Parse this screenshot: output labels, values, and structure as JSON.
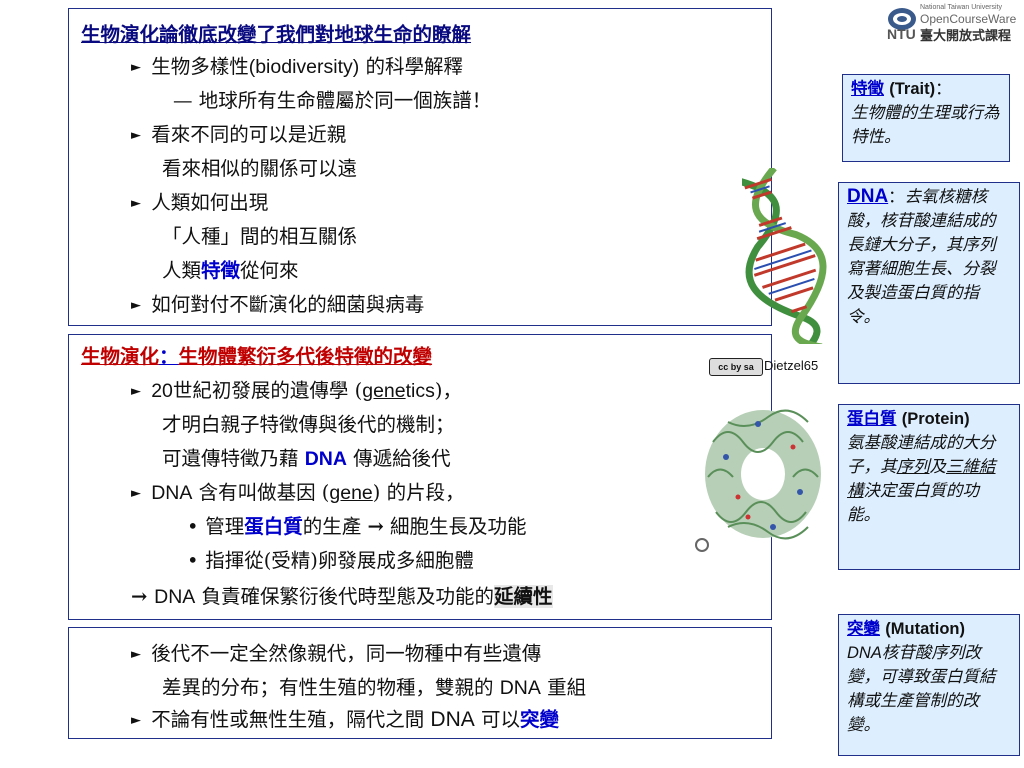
{
  "logo": {
    "top_text": "National Taiwan University",
    "brand": "OpenCourseWare",
    "ntu": "NTU",
    "chinese": "臺大開放式課程"
  },
  "box1": {
    "title": "生物演化論徹底改變了我們對地球生命的瞭解",
    "lines": [
      {
        "a": "生物多樣性",
        "b": "(biodiversity)",
        "c": " 的科學解釋"
      },
      {
        "text": "— 地球所有生命體屬於同一個族譜！"
      },
      {
        "text": "看來不同的可以是近親"
      },
      {
        "text": "看來相似的關係可以遠"
      },
      {
        "text": "人類如何出現"
      },
      {
        "text": "「人種」間的相互關係"
      },
      {
        "a": "人類",
        "b": "特徵",
        "c": "從何來"
      },
      {
        "text": "如何對付不斷演化的細菌與病毒"
      }
    ]
  },
  "box2": {
    "title_a": "生物演化",
    "title_b": "：",
    "title_c": "生物體繁衍多代後特徵的改變",
    "l1_a": "20",
    "l1_b": "世紀初發展的遺傳學 (",
    "l1_c": "gene",
    "l1_d": "tics",
    "l1_e": ")，",
    "l2": "才明白親子特徵傳與後代的機制；",
    "l3_a": "可遺傳特徵乃藉 ",
    "l3_b": "DNA",
    "l3_c": " 傳遞給後代",
    "l4_a": "DNA",
    "l4_b": " 含有叫做基因 (",
    "l4_c": "gene",
    "l4_d": ") 的片段，",
    "l5_a": "管理",
    "l5_b": "蛋白質",
    "l5_c": "的生產 ",
    "l5_d": "→",
    "l5_e": " 細胞生長及功能",
    "l6": "指揮從(受精)卵發展成多細胞體",
    "l7_a": "→ ",
    "l7_b": "DNA",
    "l7_c": " 負責確保繁衍後代時型態及功能的",
    "l7_d": "延續性"
  },
  "box3": {
    "l1": "後代不一定全然像親代，同一物種中有些遺傳",
    "l2_a": "差異的分布；有性生殖的物種，雙親的 ",
    "l2_b": "DNA",
    "l2_c": " 重組",
    "l3_a": "不論有性或無性生殖，隔代之間 ",
    "l3_b": "DNA",
    "l3_c": " 可以",
    "l3_d": "突變"
  },
  "license": {
    "badge": "cc by sa",
    "credit": "Dietzel65"
  },
  "side": {
    "trait": {
      "term": "特徵",
      "en": "(Trait)",
      "colon": "：",
      "body": "生物體的生理或行為特性。"
    },
    "dna": {
      "term": "DNA",
      "colon": "：",
      "body": "去氧核糖核酸，核苷酸連結成的長鏈大分子，其序列寫著細胞生長、分裂及製造蛋白質的指令。"
    },
    "protein": {
      "term": "蛋白質",
      "en": "(Protein)",
      "b1": "氨基酸連結成的大分子，其",
      "b2": "序列",
      "b3": "及",
      "b4": "三維結構",
      "b5": "決定蛋白質的功能。"
    },
    "mutation": {
      "term": "突變",
      "en": "(Mutation)",
      "b1": "DNA",
      "b2": "核苷酸序列改變，可導致蛋白質結構或生產管制的改變。"
    }
  },
  "colors": {
    "border": "#1f2f8a",
    "side_bg": "#ddefff",
    "red": "#c00000",
    "link": "#0000cc"
  },
  "icons": [
    "triangle-bullet-icon",
    "dot-bullet-icon",
    "arrow-right-icon",
    "cc-license-icon",
    "dna-helix-image",
    "protein-structure-image",
    "copyright-c-icon"
  ]
}
